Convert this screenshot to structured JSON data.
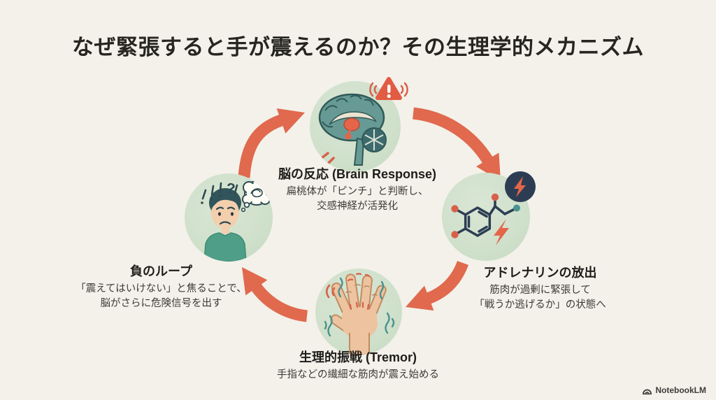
{
  "title": "なぜ緊張すると手が震えるのか？その生理学的メカニズム",
  "nodes": {
    "brain": {
      "title": "脳の反応 (Brain Response)",
      "lines": [
        "扁桃体が「ピンチ」と判断し、",
        "交感神経が活発化"
      ],
      "icon": "brain-alert-illustration"
    },
    "adrenaline": {
      "title": "アドレナリンの放出",
      "lines": [
        "筋肉が過剰に緊張して",
        "「戦うか逃げるか」の状態へ"
      ],
      "icon": "adrenaline-molecule-illustration"
    },
    "tremor": {
      "title": "生理的振戦 (Tremor)",
      "lines": [
        "手指などの繊細な筋肉が震え始める"
      ],
      "icon": "trembling-hand-illustration"
    },
    "loop": {
      "title": "負のループ",
      "lines": [
        "「震えてはいけない」と焦ることで、",
        "脳がさらに危険信号を出す"
      ],
      "overhead_question_mark": "?",
      "icon": "worried-person-illustration"
    }
  },
  "cycle_order": [
    "loop",
    "brain",
    "adrenaline",
    "tremor"
  ],
  "icons": {
    "warning": "warning-triangle-icon",
    "lightning": "lightning-bolt-icon",
    "logo": "notebooklm-logo-icon"
  },
  "colors": {
    "background": "#f3f1ea",
    "circle_green": "#d3e2cf",
    "arrow_orange": "#e0694e",
    "accent_orange": "#e4654a",
    "navy": "#2c3d53",
    "teal": "#4a9390",
    "skin": "#eec3a0",
    "title_text": "#26251f",
    "body_text": "#3c3b36"
  },
  "footer": {
    "brand": "NotebookLM"
  }
}
